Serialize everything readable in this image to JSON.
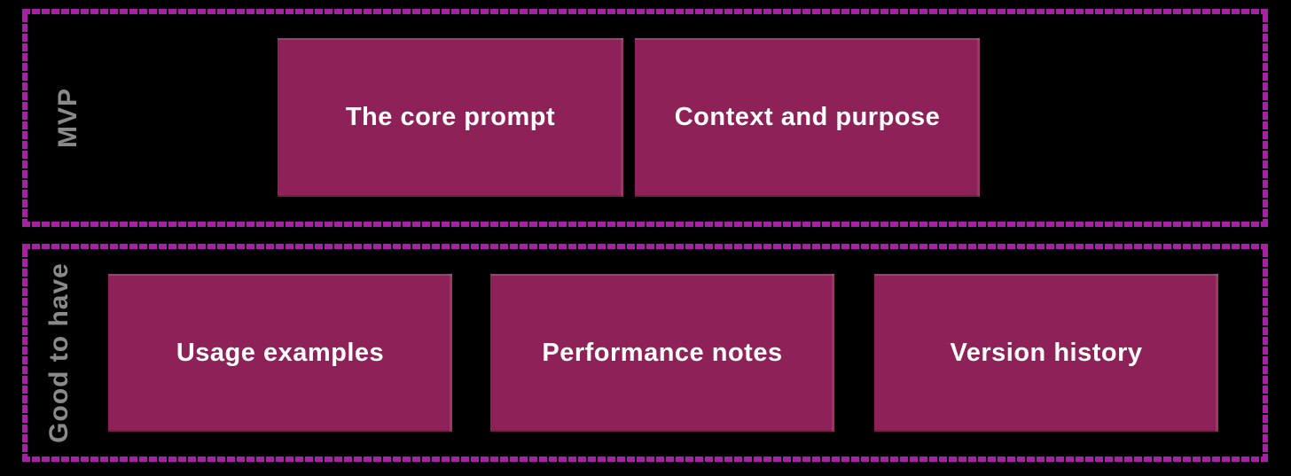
{
  "colors": {
    "background": "#000000",
    "section_border": "#A522A5",
    "card_fill": "#8E2158",
    "card_text": "#FFFFFF",
    "section_label_text": "#8A8A8A"
  },
  "sections": [
    {
      "label": "MVP",
      "boxes": [
        {
          "label": "The core prompt"
        },
        {
          "label": "Context and purpose"
        }
      ]
    },
    {
      "label": "Good to have",
      "boxes": [
        {
          "label": "Usage examples"
        },
        {
          "label": "Performance notes"
        },
        {
          "label": "Version history"
        }
      ]
    }
  ]
}
